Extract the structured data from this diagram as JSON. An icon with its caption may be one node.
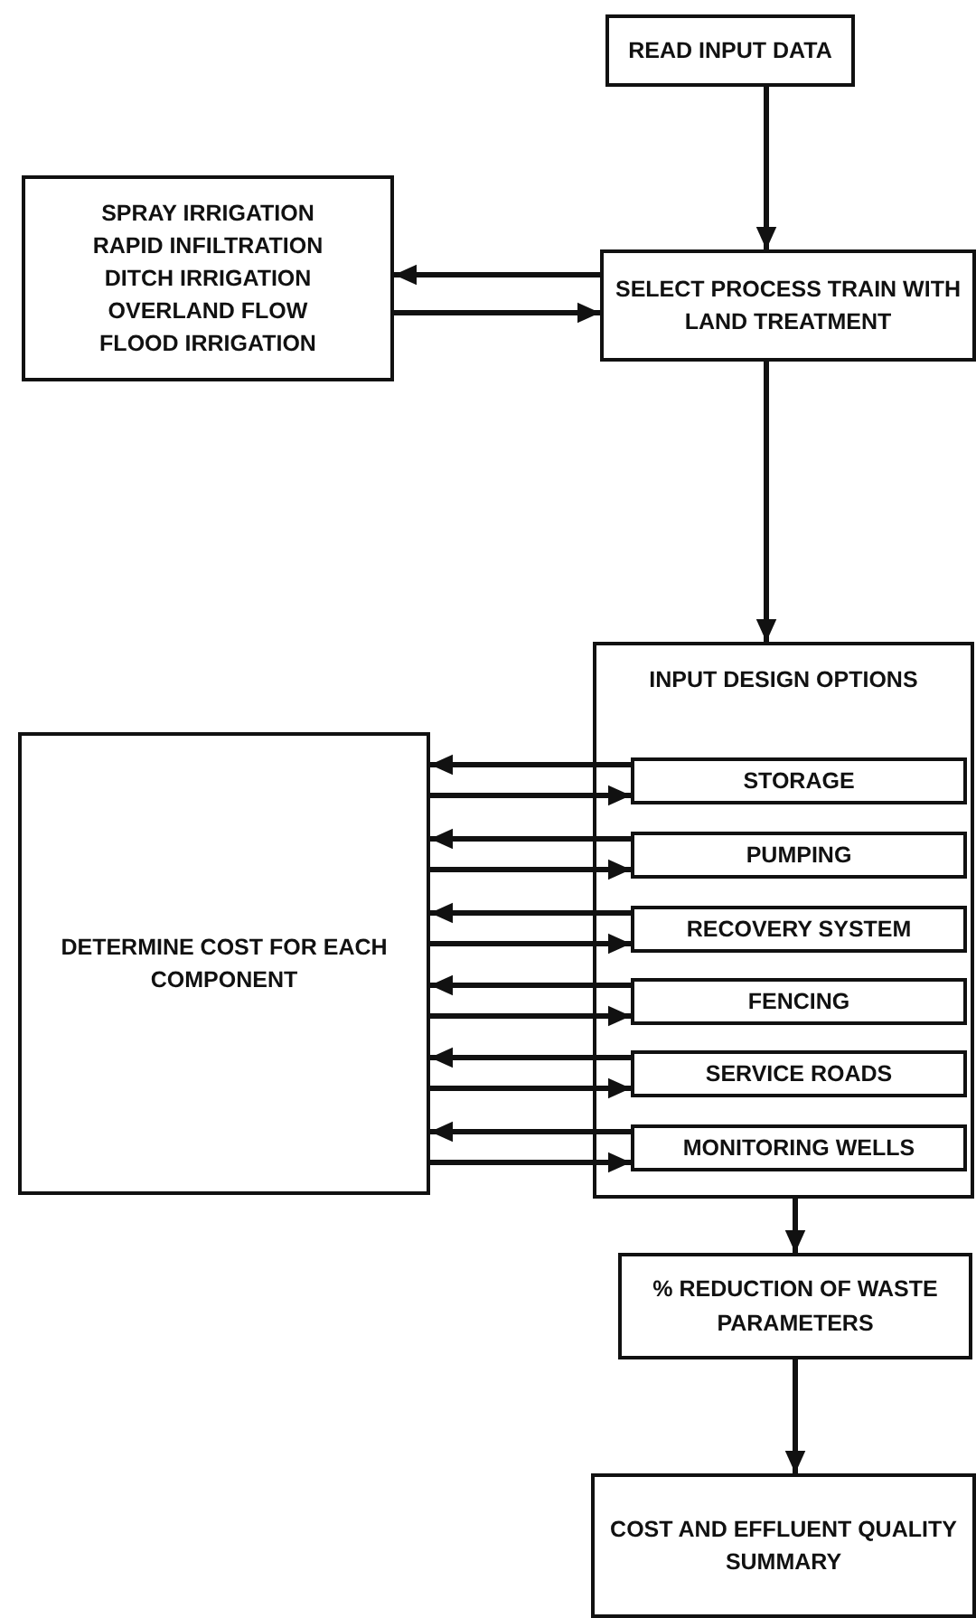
{
  "diagram": {
    "nodes": [
      {
        "text": [
          "READ INPUT DATA"
        ]
      },
      {
        "text": [
          "SPRAY IRRIGATION",
          "RAPID INFILTRATION",
          "DITCH IRRIGATION",
          "OVERLAND FLOW",
          "FLOOD IRRIGATION"
        ]
      },
      {
        "text": [
          "SELECT PROCESS TRAIN WITH LAND TREATMENT"
        ]
      },
      {
        "text": [
          "INPUT DESIGN OPTIONS"
        ]
      },
      {
        "text": [
          "STORAGE"
        ],
        "in": 3
      },
      {
        "text": [
          "PUMPING"
        ],
        "in": 3
      },
      {
        "text": [
          "RECOVERY SYSTEM"
        ],
        "in": 3
      },
      {
        "text": [
          "FENCING"
        ],
        "in": 3
      },
      {
        "text": [
          "SERVICE ROADS"
        ],
        "in": 3
      },
      {
        "text": [
          "MONITORING WELLS"
        ],
        "in": 3
      },
      {
        "text": [
          "DETERMINE COST FOR EACH COMPONENT"
        ]
      },
      {
        "text": [
          "% REDUCTION OF WASTE PARAMETERS"
        ]
      },
      {
        "text": [
          "COST AND EFFLUENT QUALITY SUMMARY"
        ]
      }
    ],
    "edges": [
      {
        "from": 0,
        "to": 2,
        "arrow": "to"
      },
      {
        "from": 2,
        "to": 1,
        "arrow": "to"
      },
      {
        "from": 1,
        "to": 2,
        "arrow": "to"
      },
      {
        "from": 2,
        "to": 3,
        "arrow": "to"
      },
      {
        "from": 4,
        "to": 10,
        "arrow": "to"
      },
      {
        "from": 10,
        "to": 4,
        "arrow": "to"
      },
      {
        "from": 5,
        "to": 10,
        "arrow": "to"
      },
      {
        "from": 10,
        "to": 5,
        "arrow": "to"
      },
      {
        "from": 6,
        "to": 10,
        "arrow": "to"
      },
      {
        "from": 10,
        "to": 6,
        "arrow": "to"
      },
      {
        "from": 7,
        "to": 10,
        "arrow": "to"
      },
      {
        "from": 10,
        "to": 7,
        "arrow": "to"
      },
      {
        "from": 8,
        "to": 10,
        "arrow": "to"
      },
      {
        "from": 10,
        "to": 8,
        "arrow": "to"
      },
      {
        "from": 9,
        "to": 10,
        "arrow": "to"
      },
      {
        "from": 10,
        "to": 9,
        "arrow": "to"
      },
      {
        "from": 3,
        "to": 11,
        "arrow": "to"
      },
      {
        "from": 11,
        "to": 12,
        "arrow": "to"
      }
    ]
  }
}
